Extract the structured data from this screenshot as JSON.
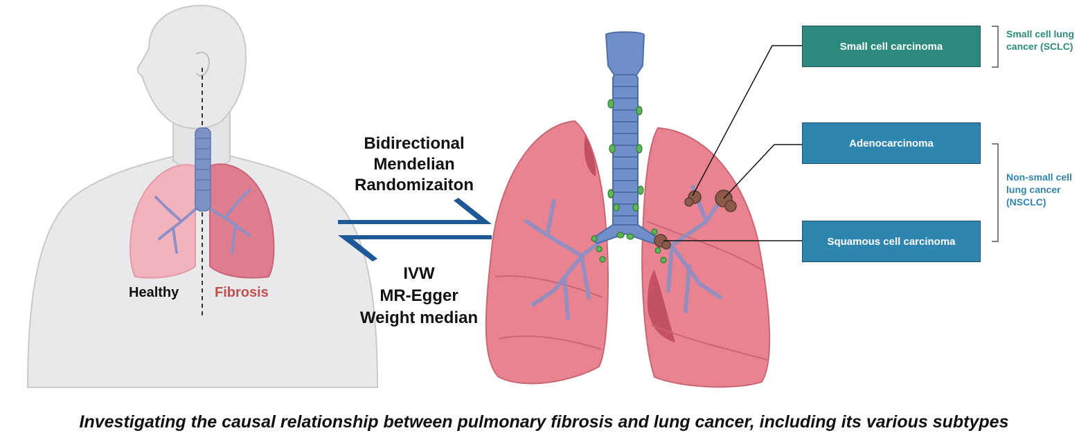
{
  "method": {
    "design_lines": [
      "Bidirectional",
      "Mendelian",
      "Randomizaiton"
    ],
    "analysis_lines": [
      "IVW",
      "MR-Egger",
      "Weight median"
    ]
  },
  "body_labels": {
    "healthy": "Healthy",
    "fibrosis": "Fibrosis"
  },
  "subtypes": {
    "small_cell": "Small cell carcinoma",
    "adeno": "Adenocarcinoma",
    "squamous": "Squamous cell carcinoma"
  },
  "groups": {
    "sclc_line1": "Small cell lung",
    "sclc_line2": "cancer (SCLC)",
    "nsclc_line1": "Non-small cell",
    "nsclc_line2": "lung cancer",
    "nsclc_line3": "(NSCLC)"
  },
  "caption": "Investigating the causal relationship between pulmonary fibrosis and lung cancer, including its various subtypes",
  "colors": {
    "sclc": "#2b8a7c",
    "nsclc": "#2e86b0",
    "arrow": "#1f5896",
    "fibrosis_text": "#c0504d",
    "lung": "#e8838f",
    "airway": "#6f8fc9"
  },
  "icons": [
    "human-torso-illustration",
    "trachea-lungs-illustration",
    "tumor-icon",
    "lymph-node-icon"
  ]
}
